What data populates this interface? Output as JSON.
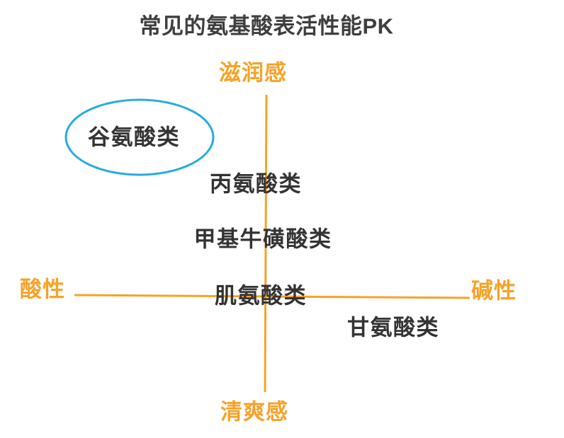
{
  "title": "常见的氨基酸表活性能PK",
  "axes": {
    "top": "滋润感",
    "bottom": "清爽感",
    "left": "酸性",
    "right": "碱性"
  },
  "items": [
    {
      "label": "谷氨酸类",
      "highlighted": true
    },
    {
      "label": "丙氨酸类",
      "highlighted": false
    },
    {
      "label": "甲基牛磺酸类",
      "highlighted": false
    },
    {
      "label": "肌氨酸类",
      "highlighted": false
    },
    {
      "label": "甘氨酸类",
      "highlighted": false
    }
  ],
  "colors": {
    "axis_orange": "#f5a329",
    "highlight_blue": "#29abe2",
    "text_dark": "#333333",
    "title_gray": "#3e3e3e"
  }
}
